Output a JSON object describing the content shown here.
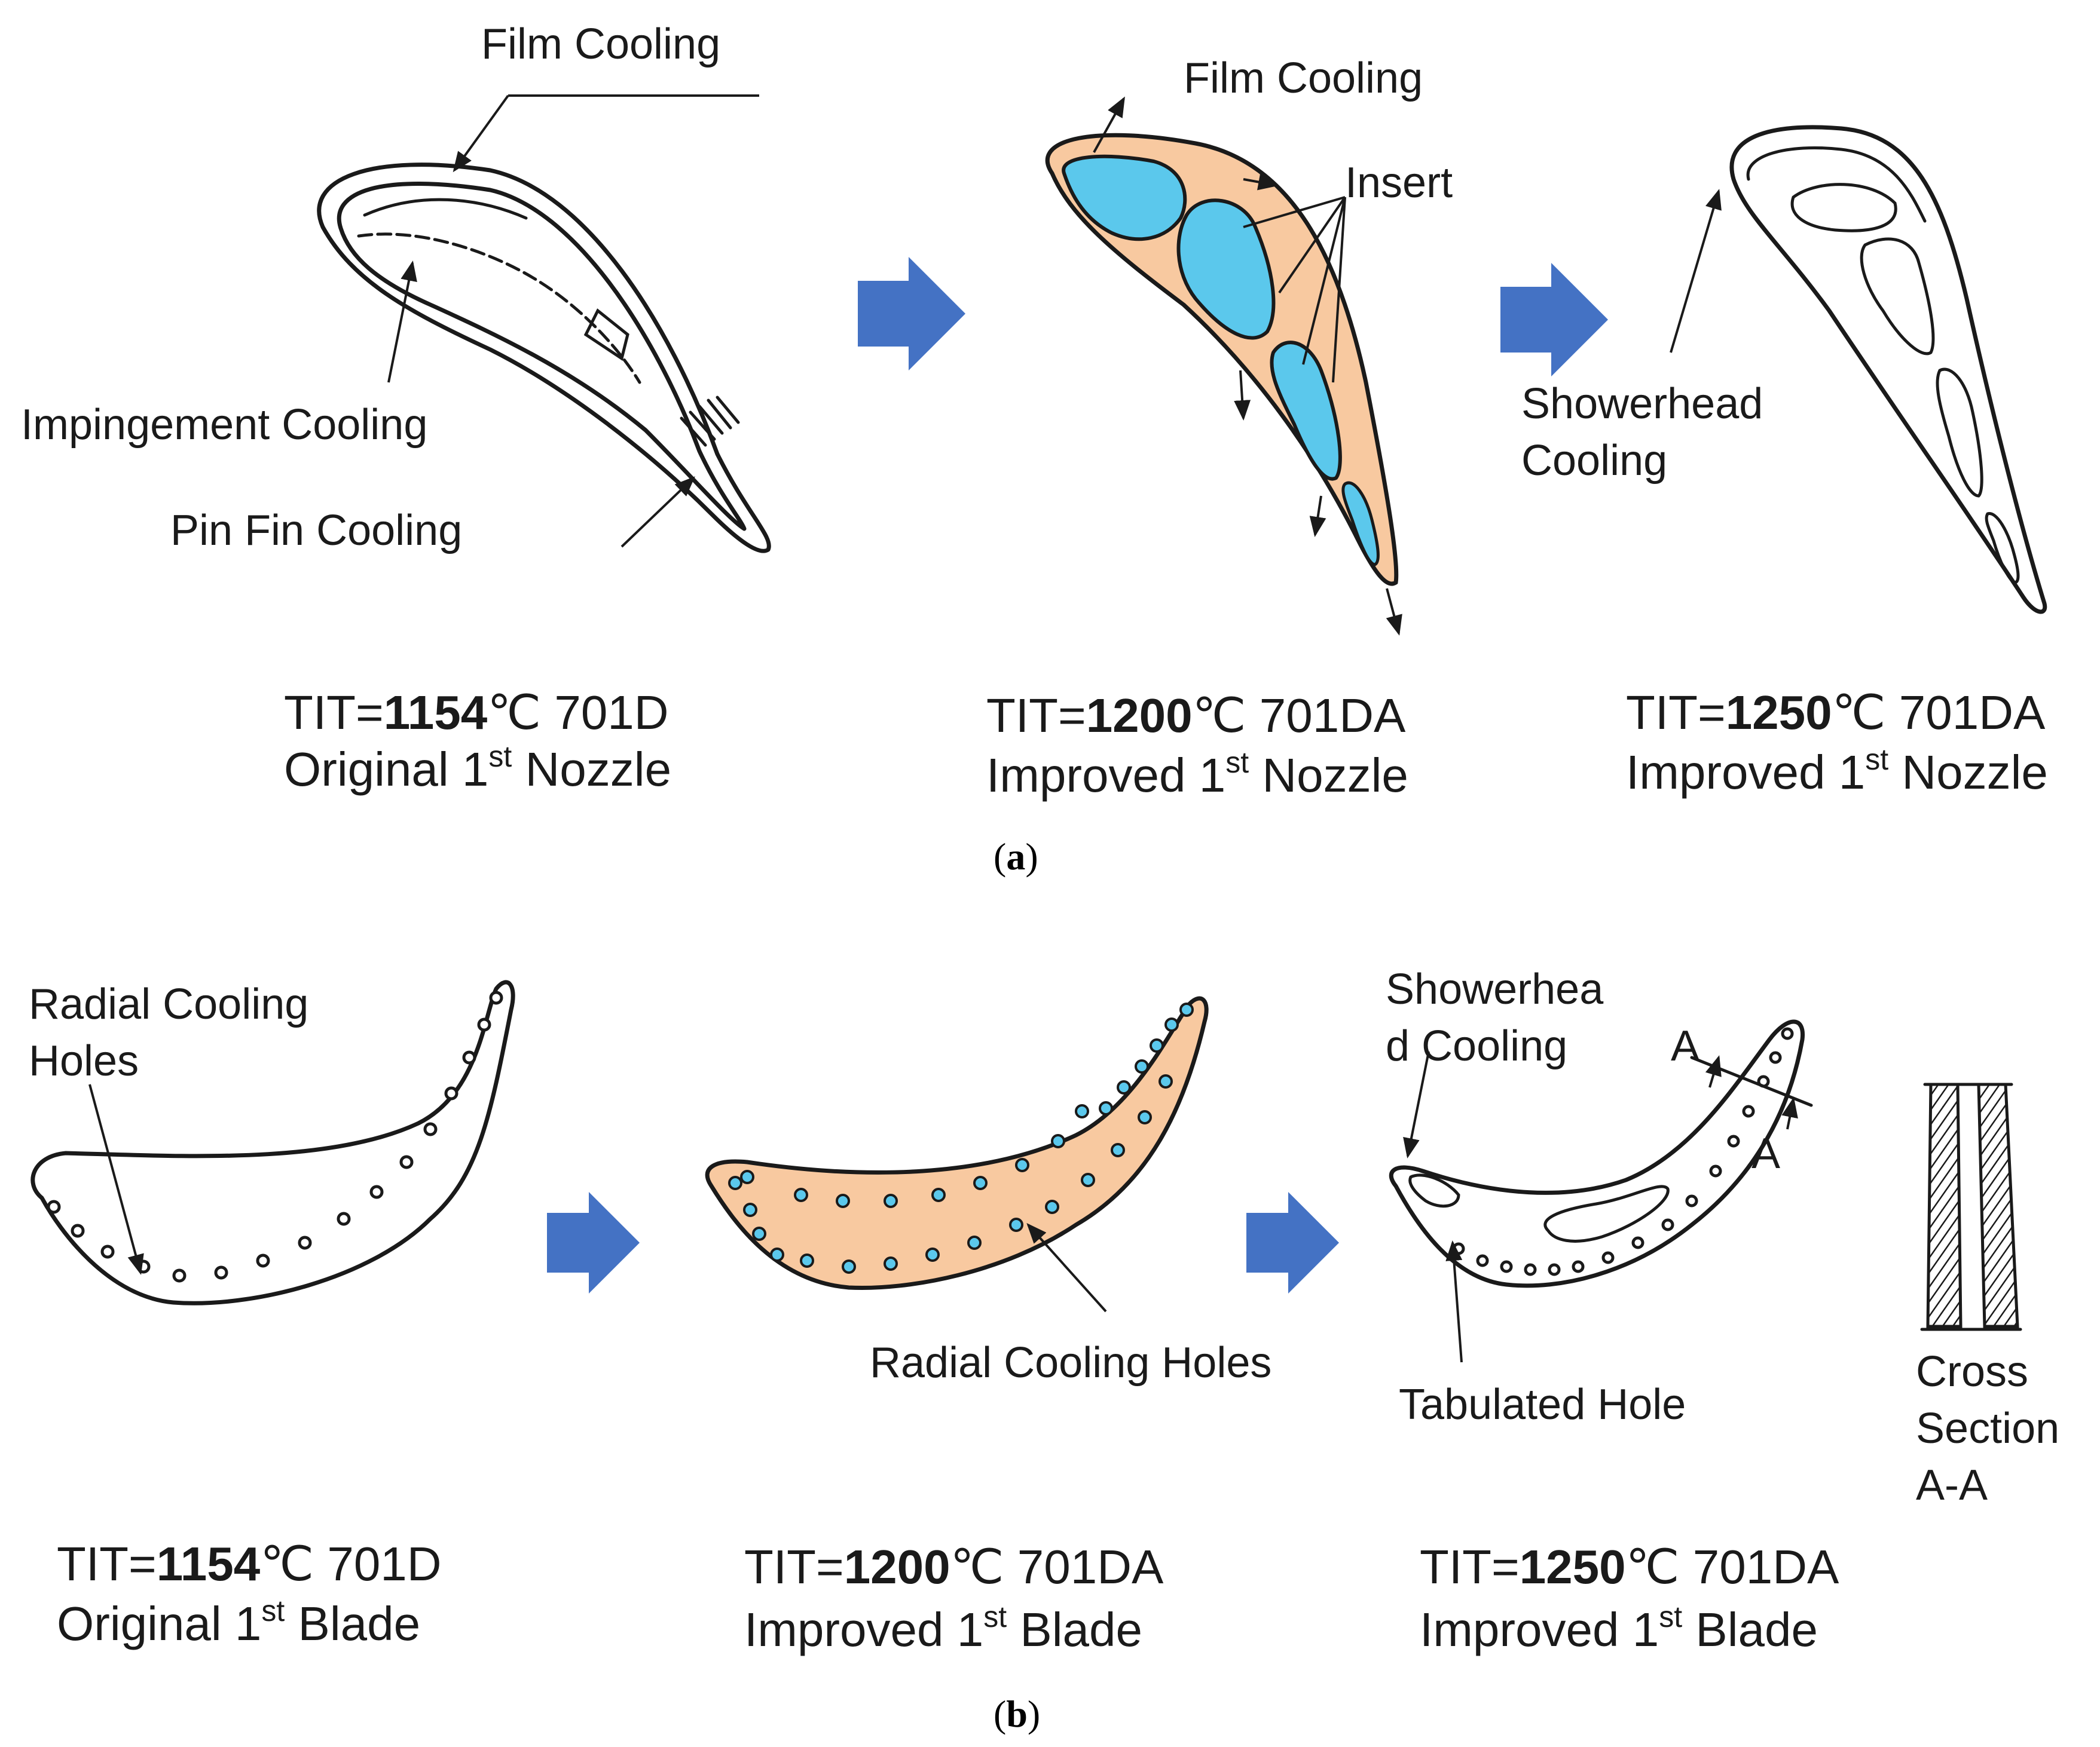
{
  "colors": {
    "arrow": "#4472c4",
    "blade_fill": "#f8c9a0",
    "insert_fill": "#5bc8ec",
    "ink": "#1a1a1a"
  },
  "panel_a": {
    "label": "a",
    "stage1": {
      "film_cooling": "Film Cooling",
      "impingement_cooling": "Impingement Cooling",
      "pin_fin_cooling": "Pin Fin Cooling",
      "tit_prefix": "TIT=",
      "tit_value": "1154",
      "tit_unit": "℃ 701D",
      "caption_pre": "Original 1",
      "caption_sup": "st",
      "caption_post": " Nozzle"
    },
    "stage2": {
      "film_cooling": "Film Cooling",
      "insert": "Insert",
      "tit_prefix": "TIT=",
      "tit_value": "1200",
      "tit_unit": "℃ 701DA",
      "caption_pre": "Improved 1",
      "caption_sup": "st",
      "caption_post": " Nozzle"
    },
    "stage3": {
      "showerhead_line1": "Showerhead",
      "showerhead_line2": "Cooling",
      "tit_prefix": "TIT=",
      "tit_value": "1250",
      "tit_unit": "℃ 701DA",
      "caption_pre": "Improved 1",
      "caption_sup": "st",
      "caption_post": " Nozzle"
    }
  },
  "panel_b": {
    "label": "b",
    "stage1": {
      "radial_line1": "Radial Cooling",
      "radial_line2": "Holes",
      "tit_prefix": "TIT=",
      "tit_value": "1154",
      "tit_unit": "℃ 701D",
      "caption_pre": "Original 1",
      "caption_sup": "st",
      "caption_post": " Blade"
    },
    "stage2": {
      "radial": "Radial Cooling Holes",
      "tit_prefix": "TIT=",
      "tit_value": "1200",
      "tit_unit": "℃ 701DA",
      "caption_pre": "Improved 1",
      "caption_sup": "st",
      "caption_post": " Blade"
    },
    "stage3": {
      "showerhead_line1": "Showerhea",
      "showerhead_line2": "d Cooling",
      "section_mark": "A",
      "tabulated_hole": "Tabulated Hole",
      "cross_line1": "Cross",
      "cross_line2": "Section",
      "cross_line3": "A-A",
      "tit_prefix": "TIT=",
      "tit_value": "1250",
      "tit_unit": "℃ 701DA",
      "caption_pre": "Improved 1",
      "caption_sup": "st",
      "caption_post": " Blade"
    }
  }
}
